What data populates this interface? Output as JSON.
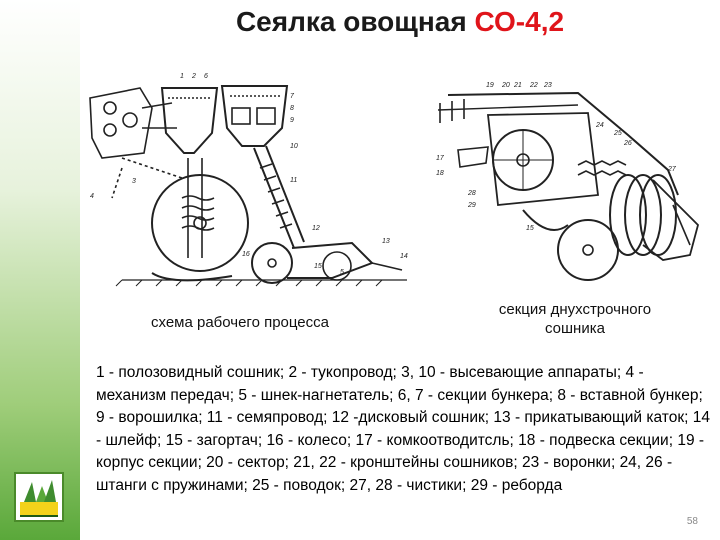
{
  "slide": {
    "title_main": "Сеялка овощная",
    "title_model": "СО-4,2",
    "caption_left": "схема рабочего процесса",
    "caption_right": "секция днухстрочного сошника",
    "legend": "1 - полозовидный сошник; 2 - тукопровод; 3, 10 - высевающие аппараты; 4 - механизм передач; 5 - шнек-нагнетатель; 6, 7 - секции бункера; 8 - вставной бункер; 9 - ворошилка; 11 - семяпровод; 12 -дисковый сошник; 13 - прикатывающий каток; 14 - шлейф; 15 - загортач; 16 - колесо; 17 - комкоотводитсль; 18 - подвеска секции; 19 - корпус секции; 20 - сектор; 21, 22 - кронштейны сошников; 23 - воронки; 24, 26 - штанги с пружинами; 25 - поводок; 27, 28 - чистики; 29 - реборда",
    "page_number": "58",
    "accent_color": "#e0141a",
    "sidebar_color": "#5aa83a"
  },
  "left_figure_labels": [
    "1",
    "2",
    "3",
    "4",
    "5",
    "6",
    "7",
    "8",
    "9",
    "10",
    "11",
    "12",
    "13",
    "14",
    "15",
    "16"
  ],
  "right_figure_labels": [
    "15",
    "17",
    "18",
    "19",
    "20",
    "21",
    "22",
    "23",
    "24",
    "25",
    "26",
    "27",
    "28",
    "29"
  ]
}
